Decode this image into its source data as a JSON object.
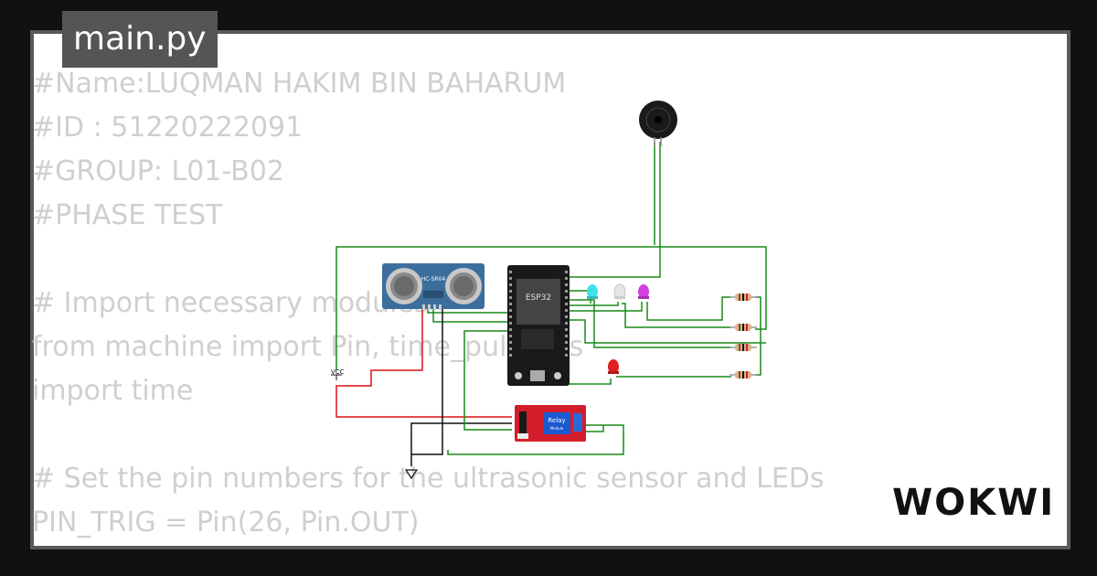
{
  "file_tab": {
    "label": "main.py"
  },
  "code_lines": [
    "#Name:LUQMAN HAKIM BIN BAHARUM",
    "#ID : 51220222091",
    "#GROUP: L01-B02",
    "#PHASE TEST",
    "",
    "# Import necessary modules",
    "from machine import Pin, time_pulse_us",
    "import time",
    "",
    "# Set the pin numbers for the ultrasonic sensor and LEDs",
    "PIN_TRIG = Pin(26, Pin.OUT)"
  ],
  "circuit": {
    "sensor_label": "HC-SR04",
    "mcu_label": "ESP32",
    "relay_label": "Relay",
    "relay_sublabel": "Module",
    "vcc_label": "VCC"
  },
  "brand": {
    "logo_text": "WOKWI"
  },
  "colors": {
    "wire_green": "#1a8a1a",
    "wire_red": "#dd1111",
    "wire_black": "#111111",
    "sensor_blue": "#3b6e9c",
    "relay_red": "#d41d2a",
    "led_cyan": "#40e0e8",
    "led_white": "#e6e6e6",
    "led_purple": "#d040e0",
    "led_red": "#e02020"
  }
}
